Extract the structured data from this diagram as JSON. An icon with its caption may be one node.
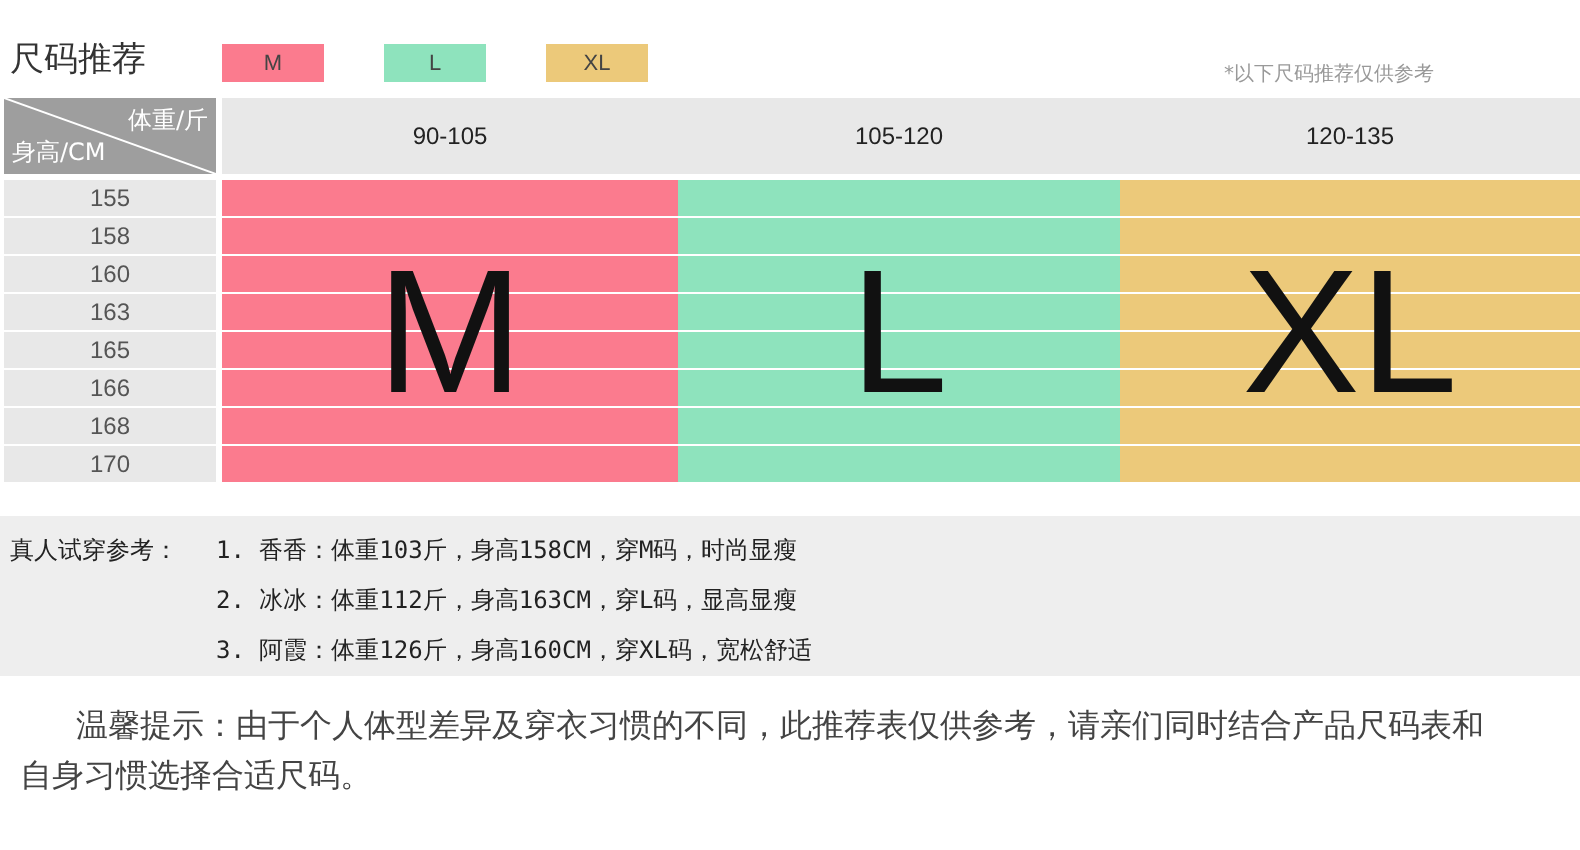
{
  "diagram": {
    "title": "尺码推荐",
    "caption": "温馨提示：由于个人体型差异及穿衣习惯的不同，此推荐表仅供参考，请亲们同时结合产品尺码表和自身习惯选择合适尺码。",
    "nodes": [
      {
        "text": [
          "M"
        ]
      },
      {
        "text": [
          "L"
        ]
      },
      {
        "text": [
          "XL"
        ]
      }
    ],
    "labels": [
      "*以下尺码推荐仅供参考",
      "体重/斤",
      "身高/CM",
      "90-105",
      "105-120",
      "120-135",
      "155",
      "158",
      "160",
      "163",
      "165",
      "166",
      "168",
      "170",
      "真人试穿参考：",
      "1. 香香：体重103斤，身高158CM，穿M码，时尚显瘦",
      "2. 冰冰：体重112斤，身高163CM，穿L码，显高显瘦",
      "3. 阿霞：体重126斤，身高160CM，穿XL码，宽松舒适"
    ],
    "legend": [
      {
        "text": "M",
        "color": "#fb7b8e"
      },
      {
        "text": "L",
        "color": "#8ee3bd"
      },
      {
        "text": "XL",
        "color": "#ecc97a"
      }
    ]
  }
}
